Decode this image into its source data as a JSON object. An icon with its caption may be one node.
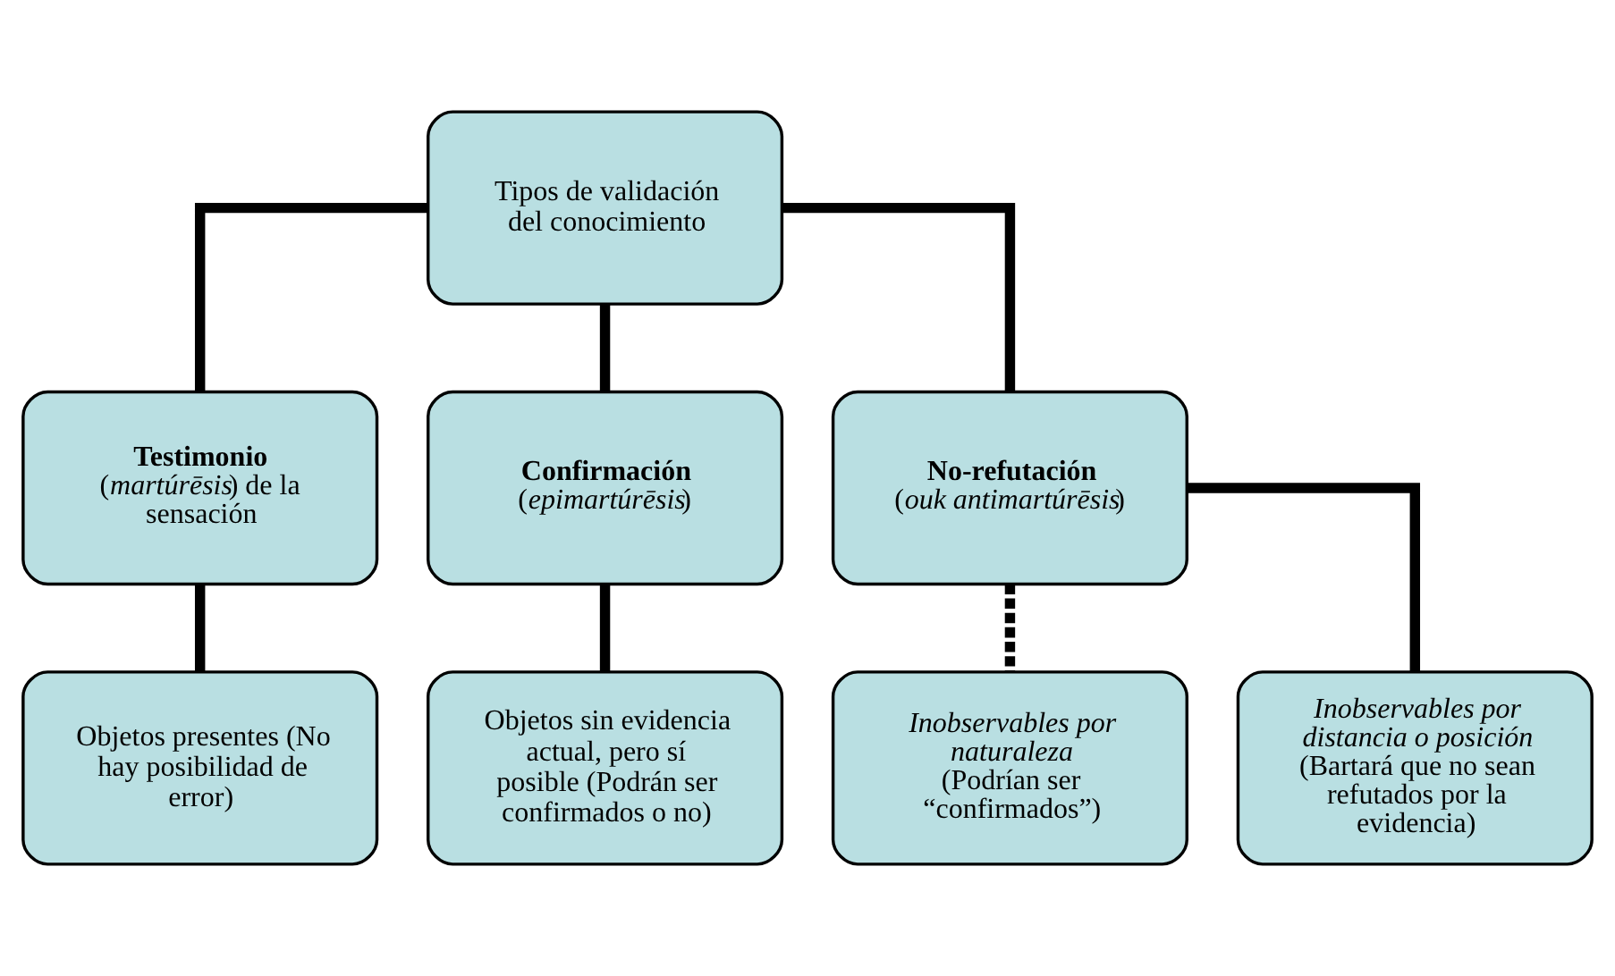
{
  "diagram": {
    "nodes": [
      {
        "text": [
          "Tipos de validación del conocimiento"
        ]
      },
      {
        "text": [
          "Testimonio",
          "(*martúrēsis*) de la sensación"
        ]
      },
      {
        "text": [
          "Confirmación",
          "(*epimartúrēsis*)"
        ]
      },
      {
        "text": [
          "No-refutación",
          "(*ouk antimartúrēsis*)"
        ]
      },
      {
        "text": [
          "Objetos presentes (No hay posibilidad de error)"
        ]
      },
      {
        "text": [
          "Objetos sin evidencia actual, pero sí posible (Podrán ser confirmados o no)"
        ]
      },
      {
        "text": [
          "Inobservables por naturaleza",
          "(Podrían ser “confirmados”)"
        ]
      },
      {
        "text": [
          "Inobservables por distancia o posición",
          "(Bartará que no sean refutados por la evidencia)"
        ]
      }
    ],
    "edges": [
      {
        "from": 0,
        "to": 1,
        "arrow": "none"
      },
      {
        "from": 0,
        "to": 2,
        "arrow": "none"
      },
      {
        "from": 0,
        "to": 3,
        "arrow": "none"
      },
      {
        "from": 1,
        "to": 4,
        "arrow": "none"
      },
      {
        "from": 2,
        "to": 5,
        "arrow": "none"
      },
      {
        "from": 3,
        "to": 6,
        "arrow": "none",
        "style": "dashed"
      },
      {
        "from": 3,
        "to": 7,
        "arrow": "none"
      }
    ]
  }
}
